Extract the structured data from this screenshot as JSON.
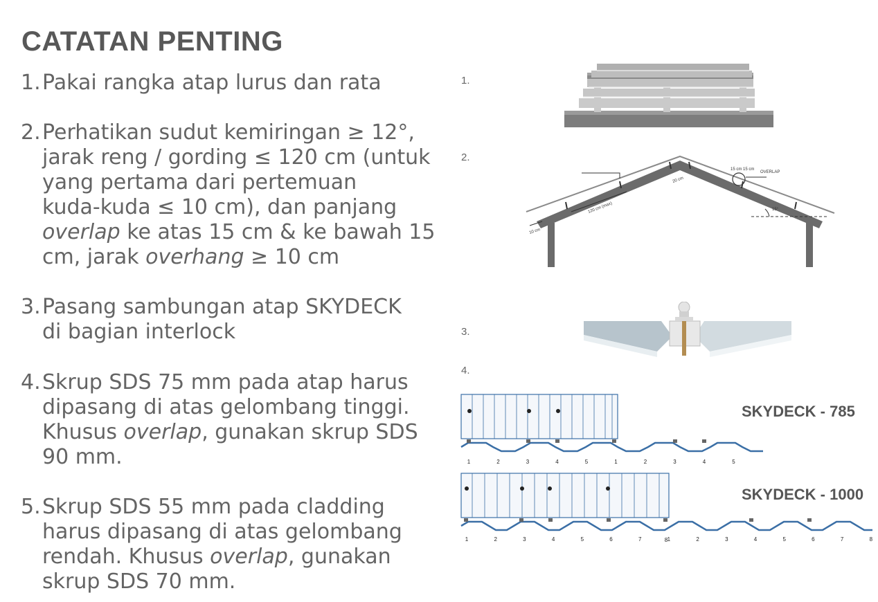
{
  "title": "CATATAN PENTING",
  "notes": [
    {
      "num": "1.",
      "lines": [
        [
          {
            "t": "Pakai rangka atap lurus dan rata"
          }
        ]
      ]
    },
    {
      "num": "2.",
      "lines": [
        [
          {
            "t": "Perhatikan sudut kemiringan ≥ 12°,"
          }
        ],
        [
          {
            "t": "jarak reng / gording ≤ 120 cm (untuk"
          }
        ],
        [
          {
            "t": "yang pertama dari pertemuan"
          }
        ],
        [
          {
            "t": "kuda-kuda ≤ 10 cm),  dan panjang"
          }
        ],
        [
          {
            "t": "overlap",
            "i": true
          },
          {
            "t": " ke atas 15 cm & ke bawah 15"
          }
        ],
        [
          {
            "t": "cm, jarak "
          },
          {
            "t": "overhang",
            "i": true
          },
          {
            "t": " ≥ 10 cm"
          }
        ]
      ]
    },
    {
      "num": "3.",
      "lines": [
        [
          {
            "t": "Pasang sambungan atap SKYDECK"
          }
        ],
        [
          {
            "t": "di bagian interlock"
          }
        ]
      ]
    },
    {
      "num": "4.",
      "lines": [
        [
          {
            "t": "Skrup SDS 75 mm pada atap harus"
          }
        ],
        [
          {
            "t": "dipasang di atas gelombang tinggi."
          }
        ],
        [
          {
            "t": "Khusus "
          },
          {
            "t": "overlap",
            "i": true
          },
          {
            "t": ", gunakan skrup SDS"
          }
        ],
        [
          {
            "t": "90 mm."
          }
        ]
      ]
    },
    {
      "num": "5.",
      "lines": [
        [
          {
            "t": "Skrup SDS 55 mm pada cladding"
          }
        ],
        [
          {
            "t": "harus dipasang di atas gelombang"
          }
        ],
        [
          {
            "t": "rendah. Khusus "
          },
          {
            "t": "overlap",
            "i": true
          },
          {
            "t": ", gunakan"
          }
        ],
        [
          {
            "t": "skrup SDS 70 mm."
          }
        ]
      ]
    }
  ],
  "figures": {
    "labels": [
      "1.",
      "2.",
      "3.",
      "4."
    ],
    "fig2": {
      "l1": "15 cm 15 cm",
      "l2": "OVERLAP",
      "l3": "20 cm",
      "l4": "120 cm (max)",
      "l5": "10 cm",
      "l6": "15°"
    },
    "products": [
      {
        "name": "SKYDECK - 785",
        "numbers": [
          "1",
          "2",
          "3",
          "4",
          "5",
          "1",
          "2",
          "3",
          "4",
          "5"
        ]
      },
      {
        "name": "SKYDECK - 1000",
        "numbers": [
          "1",
          "2",
          "3",
          "4",
          "5",
          "6",
          "7",
          "1",
          "2",
          "3",
          "4",
          "5",
          "6",
          "7",
          "8"
        ],
        "marker": "8"
      }
    ]
  },
  "colors": {
    "text": "#646464",
    "frame": "#777777",
    "profile": "#3b6fa6"
  }
}
